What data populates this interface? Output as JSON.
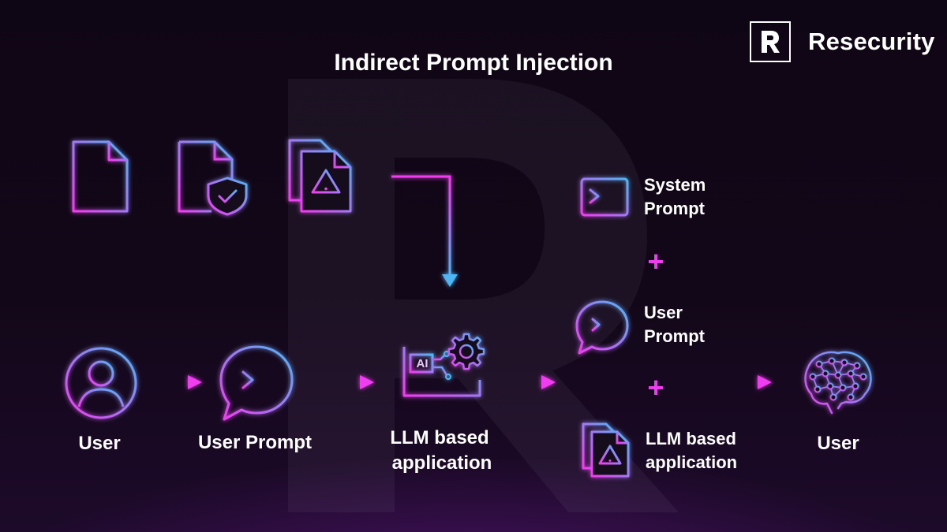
{
  "title": "Indirect Prompt Injection",
  "brand": {
    "name": "Resecurity",
    "logo_icon": "r-mark-logo-icon"
  },
  "colors": {
    "background": "#100616",
    "accent_pink": "#f03cf0",
    "accent_blue": "#4fb6f5",
    "text": "#ffffff"
  },
  "documents": {
    "icons": [
      "document-icon",
      "shield-document-icon",
      "warning-documents-icon"
    ]
  },
  "flow": {
    "user": "User",
    "user_prompt": "User Prompt",
    "llm_app_line1": "LLM based",
    "llm_app_line2": "application",
    "output_user": "User"
  },
  "stack": {
    "system_prompt_line1": "System",
    "system_prompt_line2": "Prompt",
    "user_prompt_line1": "User",
    "user_prompt_line2": "Prompt",
    "llm_app_line1": "LLM based",
    "llm_app_line2": "application",
    "plus": "+"
  },
  "llm_screen_text": "AI"
}
